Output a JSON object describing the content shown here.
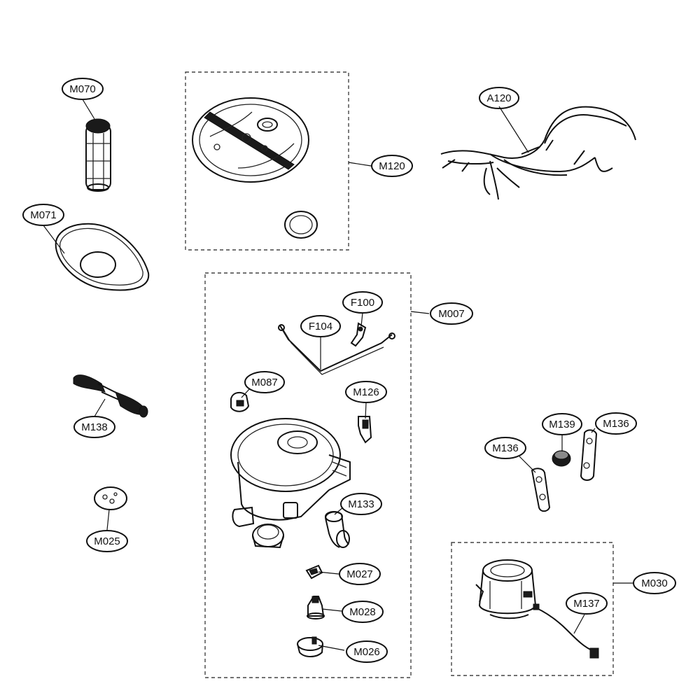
{
  "labels": {
    "m070": "M070",
    "m071": "M071",
    "m120": "M120",
    "a120": "A120",
    "f100": "F100",
    "f104": "F104",
    "m007": "M007",
    "m087": "M087",
    "m126": "M126",
    "m138": "M138",
    "m025": "M025",
    "m133": "M133",
    "m139": "M139",
    "m136_left": "M136",
    "m136_right": "M136",
    "m027": "M027",
    "m028": "M028",
    "m026": "M026",
    "m030": "M030",
    "m137": "M137"
  },
  "colors": {
    "line": "#111111",
    "background": "#ffffff"
  }
}
